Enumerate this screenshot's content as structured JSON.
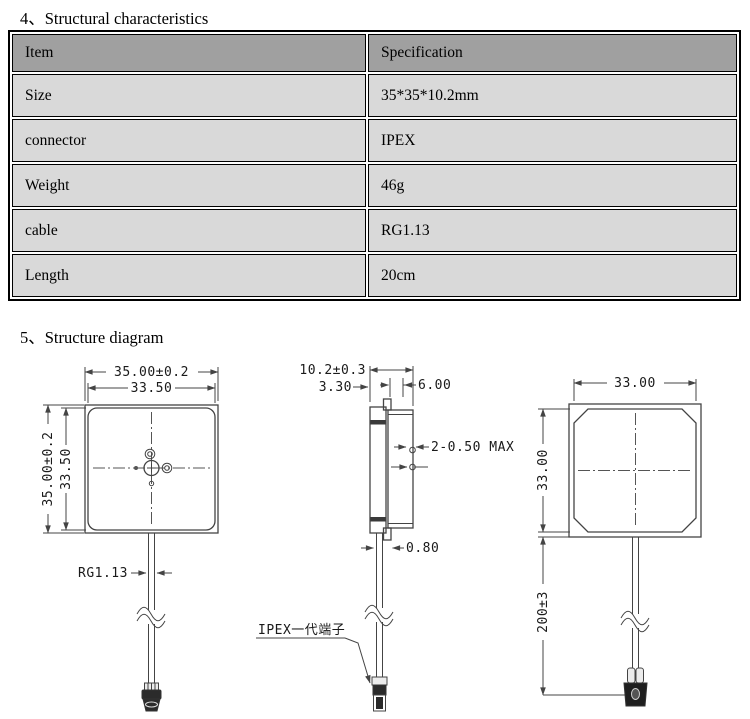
{
  "headings": {
    "section4": "4、Structural characteristics",
    "section5": "5、Structure diagram"
  },
  "table": {
    "columns": [
      "Item",
      "Specification"
    ],
    "rows": [
      {
        "item": "Size",
        "spec": "35*35*10.2mm"
      },
      {
        "item": "connector",
        "spec": "IPEX"
      },
      {
        "item": "Weight",
        "spec": "46g"
      },
      {
        "item": "cable",
        "spec": "RG1.13"
      },
      {
        "item": "Length",
        "spec": "20cm"
      }
    ],
    "colors": {
      "header_bg": "#a0a0a0",
      "row_bg": "#d9d9d9",
      "border": "#000000"
    }
  },
  "diagram": {
    "line_color": "#444444",
    "front": {
      "width_outer": "35.00±0.2",
      "width_inner": "33.50",
      "height_outer": "35.00±0.2",
      "height_inner": "33.50",
      "cable_label": "RG1.13"
    },
    "side": {
      "total_thickness": "10.2±0.3",
      "base_thickness": "3.30",
      "patch_thickness": "6.00",
      "holes_note": "2-0.50 MAX",
      "cable_dia": "0.80",
      "connector_label": "IPEX一代端子"
    },
    "back": {
      "width": "33.00",
      "height": "33.00",
      "cable_length": "200±3"
    }
  }
}
